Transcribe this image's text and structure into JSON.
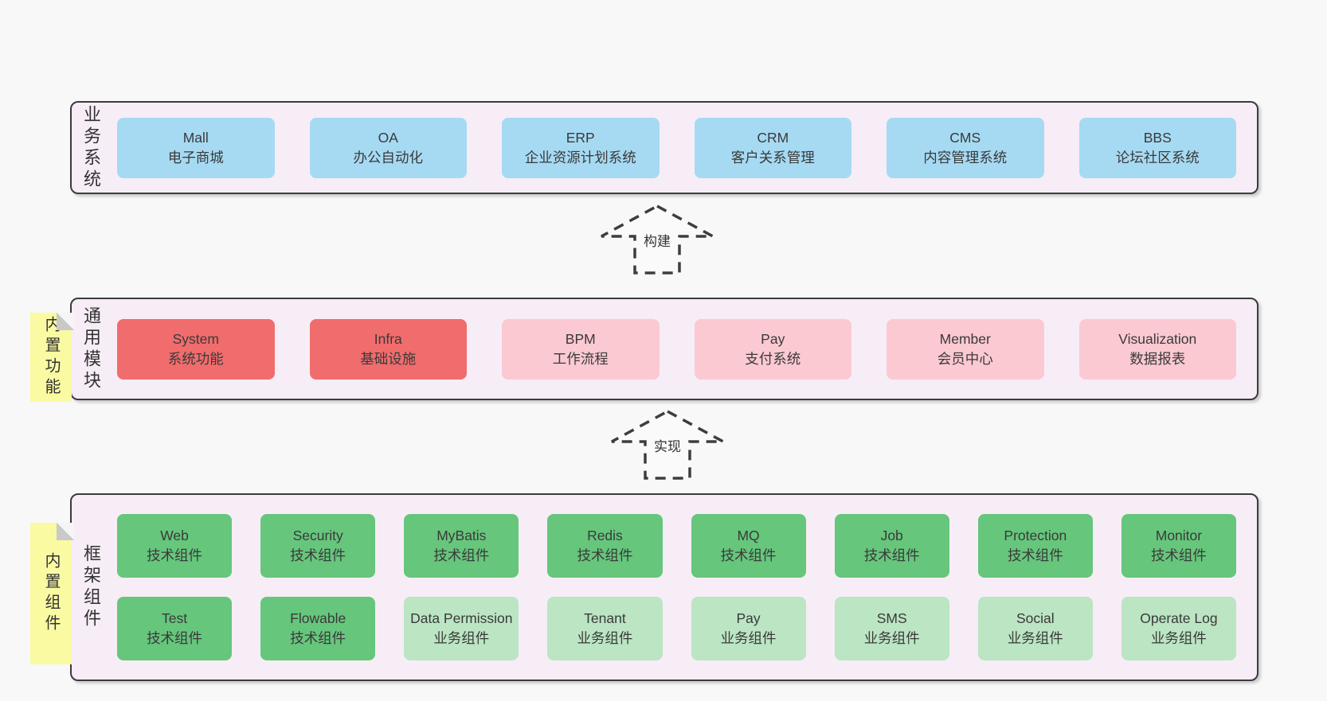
{
  "colors": {
    "page_bg": "#f8f8f8",
    "panel_bg": "#f7edf6",
    "panel_border": "#3b3b3b",
    "box_blue": "#a6daf3",
    "box_red": "#f16c6c",
    "box_pink": "#fbc9d2",
    "box_green_dark": "#66c67c",
    "box_green_light": "#bbe5c3",
    "tab_yellow": "#fafaa2",
    "tab_fold_gray": "#c9c9c9",
    "text": "#3a3a3a"
  },
  "sections": {
    "business": {
      "side_label": "业务系统",
      "boxes": [
        {
          "name": "Mall",
          "desc": "电子商城",
          "color": "blue"
        },
        {
          "name": "OA",
          "desc": "办公自动化",
          "color": "blue"
        },
        {
          "name": "ERP",
          "desc": "企业资源计划系统",
          "color": "blue"
        },
        {
          "name": "CRM",
          "desc": "客户关系管理",
          "color": "blue"
        },
        {
          "name": "CMS",
          "desc": "内容管理系统",
          "color": "blue"
        },
        {
          "name": "BBS",
          "desc": "论坛社区系统",
          "color": "blue"
        }
      ]
    },
    "modules": {
      "tab_label": "内置功能",
      "side_label": "通用模块",
      "boxes": [
        {
          "name": "System",
          "desc": "系统功能",
          "color": "red"
        },
        {
          "name": "Infra",
          "desc": "基础设施",
          "color": "red"
        },
        {
          "name": "BPM",
          "desc": "工作流程",
          "color": "pink"
        },
        {
          "name": "Pay",
          "desc": "支付系统",
          "color": "pink"
        },
        {
          "name": "Member",
          "desc": "会员中心",
          "color": "pink"
        },
        {
          "name": "Visualization",
          "desc": "数据报表",
          "color": "pink"
        }
      ]
    },
    "framework": {
      "tab_label": "内置组件",
      "side_label": "框架组件",
      "row1": [
        {
          "name": "Web",
          "desc": "技术组件",
          "color": "green_dark"
        },
        {
          "name": "Security",
          "desc": "技术组件",
          "color": "green_dark"
        },
        {
          "name": "MyBatis",
          "desc": "技术组件",
          "color": "green_dark"
        },
        {
          "name": "Redis",
          "desc": "技术组件",
          "color": "green_dark"
        },
        {
          "name": "MQ",
          "desc": "技术组件",
          "color": "green_dark"
        },
        {
          "name": "Job",
          "desc": "技术组件",
          "color": "green_dark"
        },
        {
          "name": "Protection",
          "desc": "技术组件",
          "color": "green_dark"
        },
        {
          "name": "Monitor",
          "desc": "技术组件",
          "color": "green_dark"
        }
      ],
      "row2": [
        {
          "name": "Test",
          "desc": "技术组件",
          "color": "green_dark"
        },
        {
          "name": "Flowable",
          "desc": "技术组件",
          "color": "green_dark"
        },
        {
          "name": "Data Permission",
          "desc": "业务组件",
          "color": "green_light"
        },
        {
          "name": "Tenant",
          "desc": "业务组件",
          "color": "green_light"
        },
        {
          "name": "Pay",
          "desc": "业务组件",
          "color": "green_light"
        },
        {
          "name": "SMS",
          "desc": "业务组件",
          "color": "green_light"
        },
        {
          "name": "Social",
          "desc": "业务组件",
          "color": "green_light"
        },
        {
          "name": "Operate Log",
          "desc": "业务组件",
          "color": "green_light"
        }
      ]
    }
  },
  "arrows": {
    "build": {
      "label": "构建"
    },
    "implement": {
      "label": "实现"
    }
  }
}
